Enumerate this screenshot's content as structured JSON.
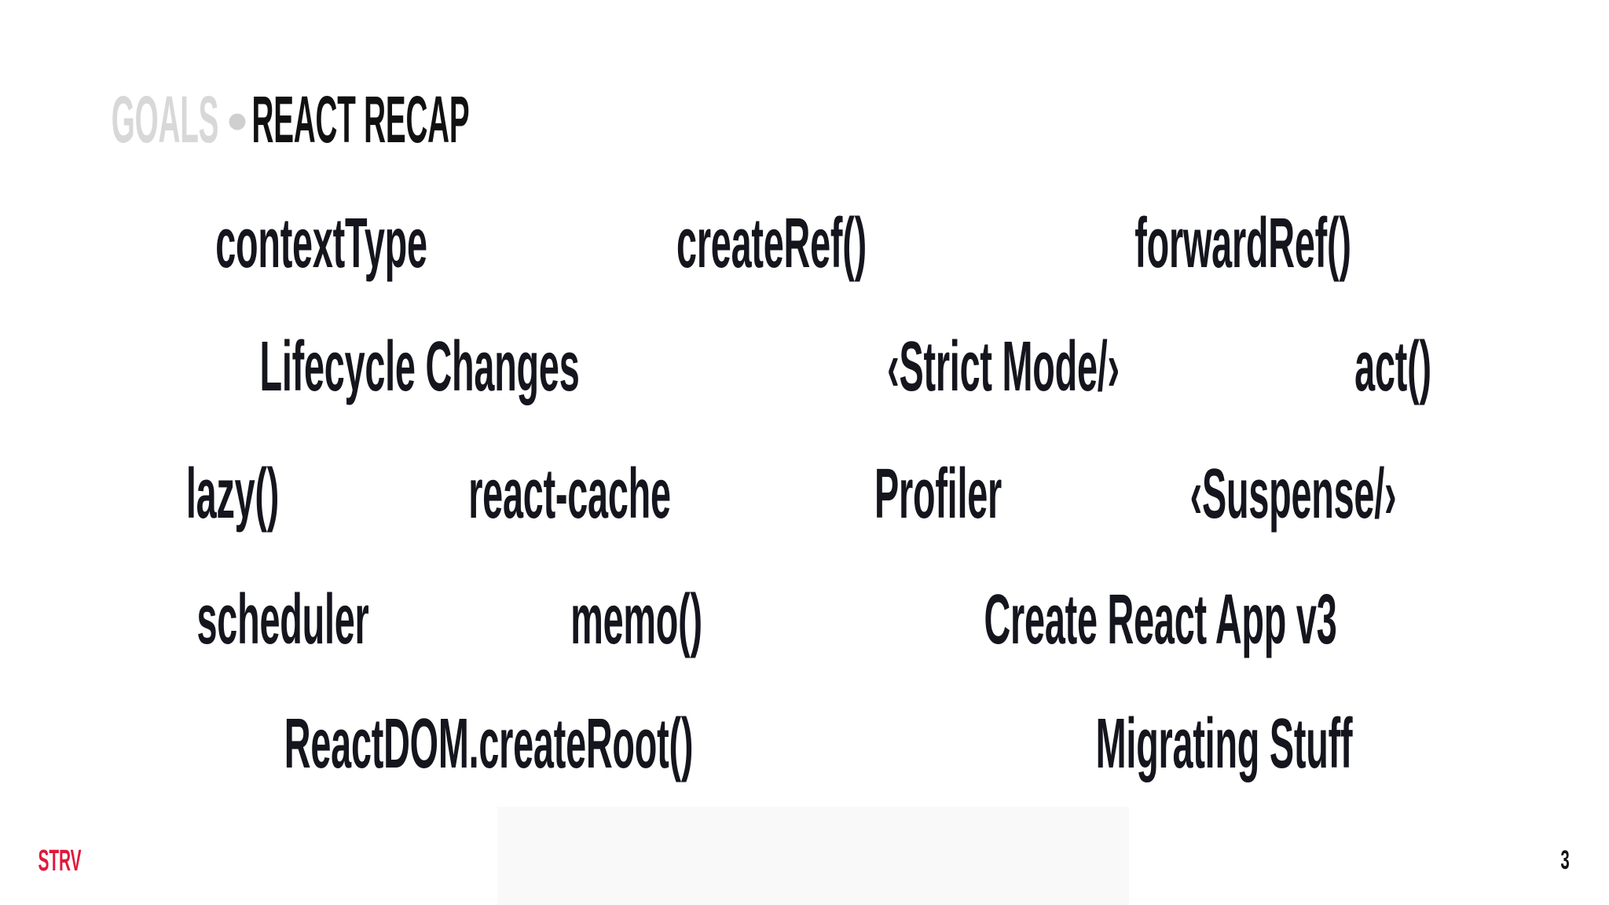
{
  "slide": {
    "header": {
      "section": "GOALS",
      "separator_shape": "dot-icon",
      "title": "REACT RECAP"
    },
    "terms": [
      {
        "label": "contextType"
      },
      {
        "label": "createRef()"
      },
      {
        "label": "forwardRef()"
      },
      {
        "label": "Lifecycle Changes"
      },
      {
        "label": "‹Strict Mode/›"
      },
      {
        "label": "act()"
      },
      {
        "label": "lazy()"
      },
      {
        "label": "react-cache"
      },
      {
        "label": "Profiler"
      },
      {
        "label": "‹Suspense/›"
      },
      {
        "label": "scheduler"
      },
      {
        "label": "memo()"
      },
      {
        "label": "Create React App v3"
      },
      {
        "label": "ReactDOM.createRoot()"
      },
      {
        "label": "Migrating Stuff"
      }
    ],
    "footer": {
      "logo": "STRV",
      "page_number": "3"
    },
    "colors": {
      "background": "#ffffff",
      "term_text": "#15151e",
      "header_title": "#111111",
      "header_section": "#d8d8d8",
      "logo_red": "#e0193c"
    }
  }
}
